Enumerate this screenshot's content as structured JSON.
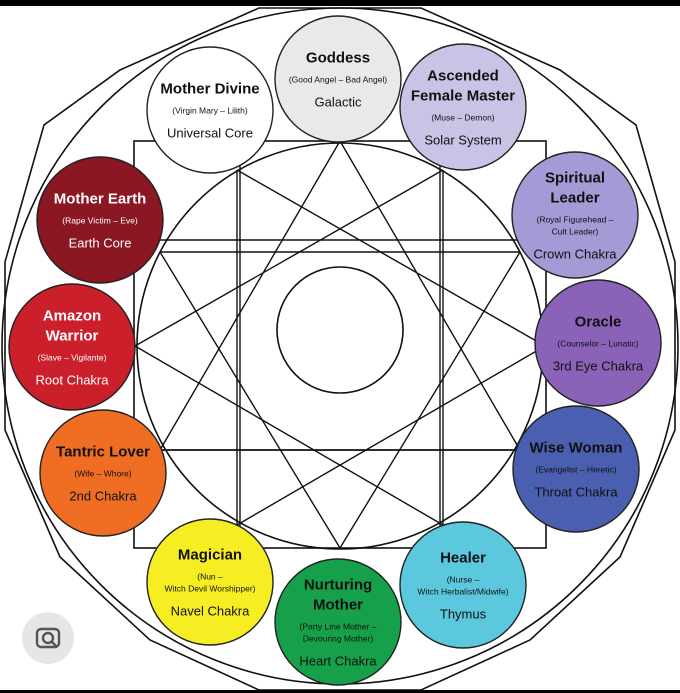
{
  "diagram": {
    "circles": [
      {
        "id": "goddess",
        "title": [
          "Goddess"
        ],
        "sub": [
          "(Good Angel – Bad Angel)"
        ],
        "loc": "Galactic",
        "fill": "#e9e9ea",
        "light": false
      },
      {
        "id": "ascended",
        "title": [
          "Ascended",
          "Female Master"
        ],
        "sub": [
          "(Muse – Demon)"
        ],
        "loc": "Solar System",
        "fill": "#cbc3e5",
        "light": false
      },
      {
        "id": "spiritual",
        "title": [
          "Spiritual",
          "Leader"
        ],
        "sub": [
          "(Royal Figurehead –",
          "Cult Leader)"
        ],
        "loc": "Crown Chakra",
        "fill": "#a29bd6",
        "light": false
      },
      {
        "id": "oracle",
        "title": [
          "Oracle"
        ],
        "sub": [
          "(Counselor – Lunatic)"
        ],
        "loc": "3rd Eye Chakra",
        "fill": "#8a63b9",
        "light": false
      },
      {
        "id": "wise",
        "title": [
          "Wise Woman"
        ],
        "sub": [
          "(Evangelist – Heretic)"
        ],
        "loc": "Throat Chakra",
        "fill": "#4a5fb0",
        "light": false
      },
      {
        "id": "healer",
        "title": [
          "Healer"
        ],
        "sub": [
          "(Nurse –",
          "Witch Herbalist/Midwife)"
        ],
        "loc": "Thymus",
        "fill": "#5bc8de",
        "light": false
      },
      {
        "id": "nurturing",
        "title": [
          "Nurturing",
          "Mother"
        ],
        "sub": [
          "(Party Line Mother –",
          "Devouring Mother)"
        ],
        "loc": "Heart Chakra",
        "fill": "#16a04a",
        "light": false
      },
      {
        "id": "magician",
        "title": [
          "Magician"
        ],
        "sub": [
          "(Nun –",
          "Witch Devil Worshipper)"
        ],
        "loc": "Navel Chakra",
        "fill": "#f6ed22",
        "light": false
      },
      {
        "id": "tantric",
        "title": [
          "Tantric Lover"
        ],
        "sub": [
          "(Wife – Whore)"
        ],
        "loc": "2nd Chakra",
        "fill": "#ef6e24",
        "light": false
      },
      {
        "id": "amazon",
        "title": [
          "Amazon",
          "Warrior"
        ],
        "sub": [
          "(Slave – Vigilante)"
        ],
        "loc": "Root Chakra",
        "fill": "#cc1f2c",
        "light": true
      },
      {
        "id": "earth",
        "title": [
          "Mother Earth"
        ],
        "sub": [
          "(Rape Victim – Eve)"
        ],
        "loc": "Earth Core",
        "fill": "#8a1722",
        "light": true
      },
      {
        "id": "divine",
        "title": [
          "Mother Divine"
        ],
        "sub": [
          "(Virgin Mary – Lilith)"
        ],
        "loc": "Universal Core",
        "fill": "#ffffff",
        "light": false
      }
    ]
  },
  "lens": {
    "icon": "camera-search-icon"
  }
}
